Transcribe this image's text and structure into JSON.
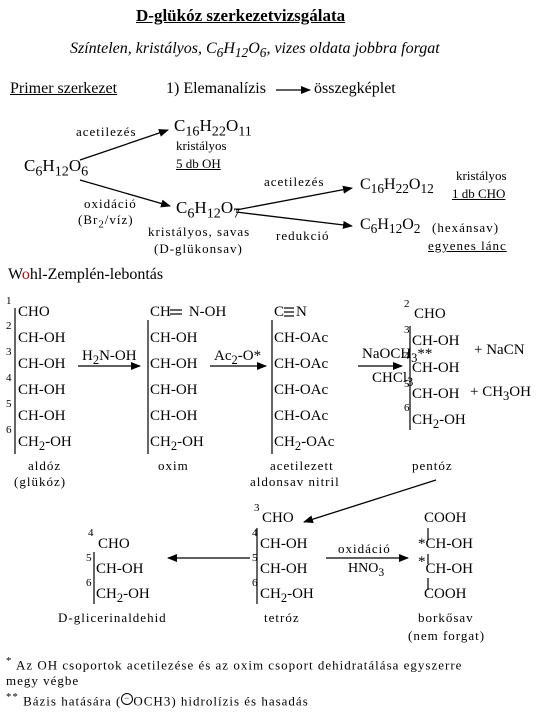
{
  "title": "D-glükóz szerkezetvizsgálata",
  "intro": {
    "prefix": "Színtelen, kristályos, C",
    "s1": "6",
    "h": "H",
    "s2": "12",
    "o": "O",
    "s3": "6",
    "suffix": ", vizes oldata jobbra forgat"
  },
  "primer": {
    "heading": "Primer szerkezet",
    "step1": "1) Elemanalízis",
    "step1_result": "összegképlet",
    "glucose": {
      "c": "C",
      "n1": "6",
      "h": "H",
      "n2": "12",
      "o": "O",
      "n3": "6"
    },
    "acetilezes_1": "acetilezés",
    "product_a": {
      "c": "C",
      "n1": "16",
      "h": "H",
      "n2": "22",
      "o": "O",
      "n3": "11"
    },
    "product_a_note1": "kristályos",
    "product_a_note2": "5 db OH",
    "oxidacio": "oxidáció",
    "reagent_prefix": "(Br",
    "reagent_sub": "2",
    "reagent_suffix": "/víz)",
    "product_b": {
      "c": "C",
      "n1": "6",
      "h": "H",
      "n2": "12",
      "o": "O",
      "n3": "7"
    },
    "product_b_note1": "kristályos, savas",
    "product_b_note2": "(D-glükonsav)",
    "acetilezes_2": "acetilezés",
    "product_c": {
      "c": "C",
      "n1": "16",
      "h": "H",
      "n2": "22",
      "o": "O",
      "n3": "12"
    },
    "product_c_note1": "kristályos",
    "product_c_note2": "1 db CHO",
    "redukcio": "redukció",
    "product_d": {
      "c": "C",
      "n1": "6",
      "h": "H",
      "n2": "12",
      "o": "O",
      "n3": "2"
    },
    "product_d_note1": "(hexánsav)",
    "product_d_note2": "egyenes lánc"
  },
  "wohl": {
    "heading_rest": "-Zemplén-lebontás",
    "heading_w": "W",
    "heading_o": "o",
    "heading_hl": "hl",
    "aldoz": {
      "nums": [
        "1",
        "2",
        "3",
        "4",
        "5",
        "6"
      ],
      "groups": [
        "CHO",
        "CH-OH",
        "CH-OH",
        "CH-OH",
        "CH-OH",
        "CH"
      ],
      "end_sub": "2",
      "end_suffix": "-OH",
      "label1": "aldóz",
      "label2": "(glükóz)"
    },
    "reagent1": {
      "prefix": "H",
      "sub": "2",
      "suffix": "N-OH"
    },
    "oxim": {
      "groups": [
        "CH",
        "N-OH",
        "CH-OH",
        "CH-OH",
        "CH-OH",
        "CH-OH",
        "CH"
      ],
      "end_sub": "2",
      "end_suffix": "-OH",
      "label": "oxim"
    },
    "reagent2": {
      "prefix": "Ac",
      "sub": "2",
      "suffix": "-O*"
    },
    "nitril": {
      "groups": [
        "C",
        "N",
        "CH-OAc",
        "CH-OAc",
        "CH-OAc",
        "CH-OAc",
        "CH"
      ],
      "end_sub": "2",
      "end_suffix": "-OAc",
      "label1": "acetilezett",
      "label2": "aldonsav nitril"
    },
    "reagent3": {
      "prefix": "NaOCH",
      "sub": "3",
      "suffix": "**"
    },
    "reagent4": {
      "prefix": "CHCl",
      "sub": "3"
    },
    "pentoz": {
      "nums": [
        "2",
        "3",
        "4",
        "5",
        "6"
      ],
      "groups": [
        "CHO",
        "CH-OH",
        "CH-OH",
        "CH-OH",
        "CH"
      ],
      "end_sub": "2",
      "end_suffix": "-OH",
      "label": "pentóz"
    },
    "byproduct1": "+ NaCN",
    "byproduct2_prefix": "+ CH",
    "byproduct2_sub": "3",
    "byproduct2_suffix": "OH",
    "tetroz": {
      "nums": [
        "3",
        "4",
        "5",
        "6"
      ],
      "groups": [
        "CHO",
        "CH-OH",
        "CH-OH",
        "CH"
      ],
      "end_sub": "2",
      "end_suffix": "-OH",
      "label": "tetróz"
    },
    "glicerinaldehid": {
      "nums": [
        "4",
        "5",
        "6"
      ],
      "groups": [
        "CHO",
        "CH-OH",
        "CH"
      ],
      "end_sub": "2",
      "end_suffix": "-OH",
      "label": "D-glicerinaldehid"
    },
    "oxidacio2": "oxidáció",
    "reagent5": {
      "prefix": "HNO",
      "sub": "3"
    },
    "borkosav": {
      "groups": [
        "COOH",
        "CH-OH",
        "CH-OH",
        "COOH"
      ],
      "stars": [
        "*",
        "*"
      ],
      "label1": "borkősav",
      "label2": "(nem forgat)"
    }
  },
  "footnotes": {
    "f1_mark": "*",
    "f1_line1": "Az OH csoportok acetilezése és az oxim csoport dehidratálása egyszerre",
    "f1_line2": "megy végbe",
    "f2_mark": "**",
    "f2_prefix": "Bázis hatására (",
    "f2_suffix": "OCH3) hidrolízis és hasadás"
  }
}
